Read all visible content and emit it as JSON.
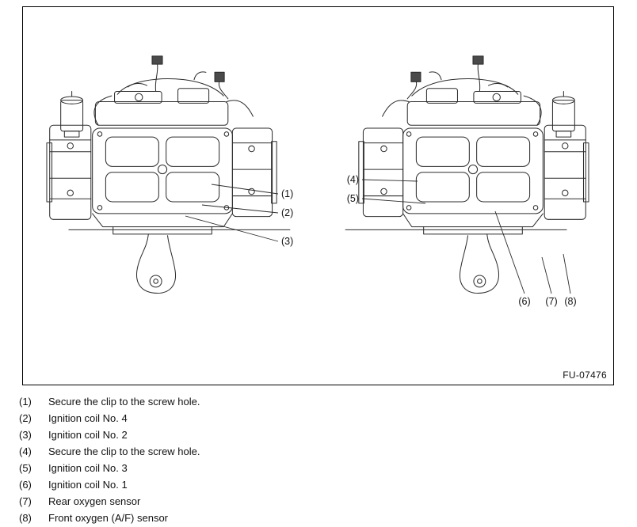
{
  "figure": {
    "id": "FU-07476",
    "callouts": {
      "c1": "(1)",
      "c2": "(2)",
      "c3": "(3)",
      "c4": "(4)",
      "c5": "(5)",
      "c6": "(6)",
      "c7": "(7)",
      "c8": "(8)"
    }
  },
  "legend": {
    "items": [
      {
        "num": "(1)",
        "text": "Secure the clip to the screw hole."
      },
      {
        "num": "(2)",
        "text": "Ignition coil No. 4"
      },
      {
        "num": "(3)",
        "text": "Ignition coil No. 2"
      },
      {
        "num": "(4)",
        "text": "Secure the clip to the screw hole."
      },
      {
        "num": "(5)",
        "text": "Ignition coil No. 3"
      },
      {
        "num": "(6)",
        "text": "Ignition coil No. 1"
      },
      {
        "num": "(7)",
        "text": "Rear oxygen sensor"
      },
      {
        "num": "(8)",
        "text": "Front oxygen (A/F) sensor"
      }
    ]
  }
}
